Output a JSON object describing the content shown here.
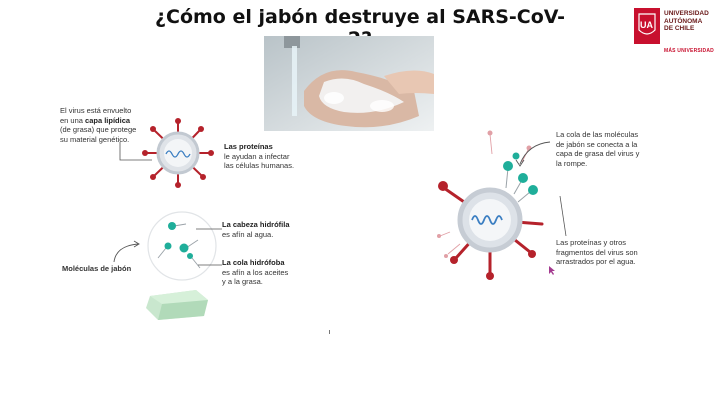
{
  "title": "¿Cómo el jabón destruye al SARS-CoV-2?",
  "logo": {
    "initials": "UA",
    "line1": "UNIVERSIDAD",
    "line2": "AUTÓNOMA",
    "line3": "DE CHILE",
    "tagline": "MÁS UNIVERSIDAD"
  },
  "notes": {
    "envelope_1": "El virus está envuelto",
    "envelope_2a": "en una ",
    "envelope_2b": "capa lipídica",
    "envelope_3": "(de grasa) que protege",
    "envelope_4": "su material genético.",
    "proteins_title": "Las proteínas",
    "proteins_1": "le ayudan a infectar",
    "proteins_2": "las células humanas.",
    "head_title": "La cabeza hidrófila",
    "head_1": "es afín al agua.",
    "tail_title": "La cola hidrófoba",
    "tail_1": "es afín a los aceites",
    "tail_2": "y a la grasa.",
    "soap_molecules": "Moléculas de jabón",
    "tail_connect_1": "La cola de las moléculas",
    "tail_connect_2": "de jabón se conecta a la",
    "tail_connect_3": "capa de grasa del virus y",
    "tail_connect_4": "la rompe.",
    "fragments_1": "Las proteínas y otros",
    "fragments_2": "fragmentos del virus son",
    "fragments_3": "arrastrados por el agua."
  },
  "colors": {
    "protein": "#b5222b",
    "soap_head": "#1fae9a",
    "envelope": "#cfd5dd",
    "rna": "#3c7fc2",
    "brand": "#c8102e"
  }
}
